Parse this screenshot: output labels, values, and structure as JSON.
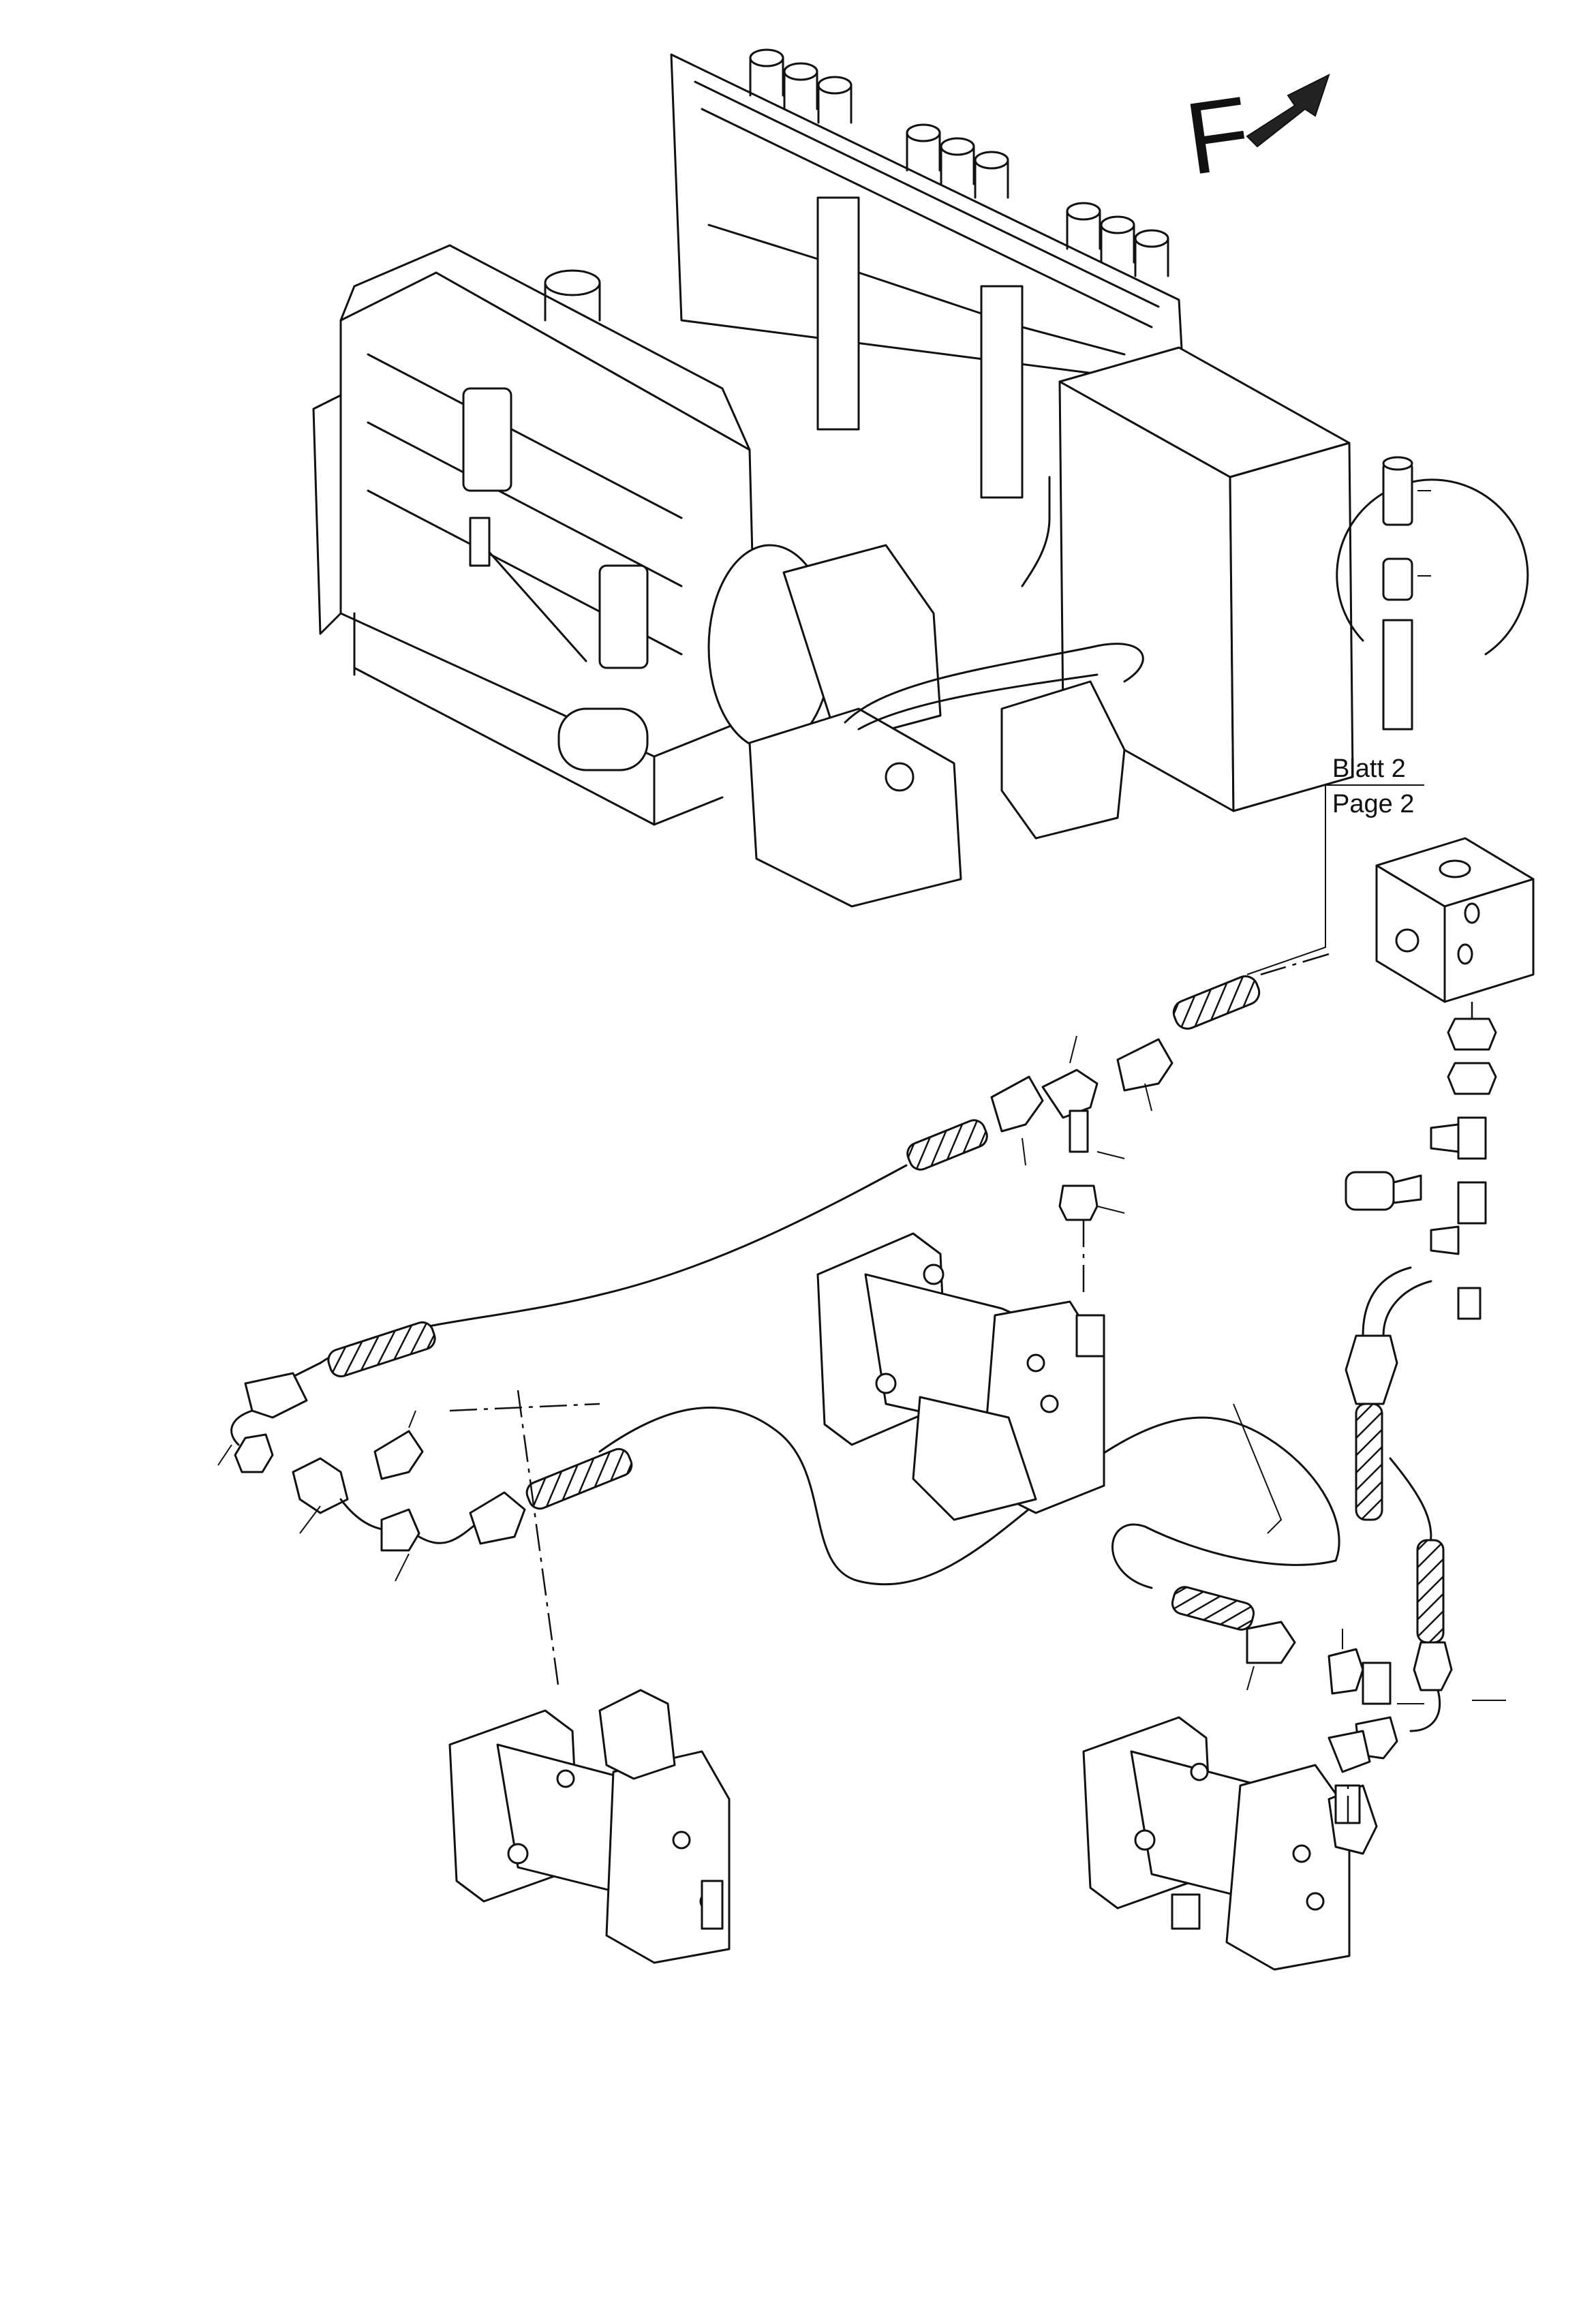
{
  "direction_marker": {
    "letter": "F"
  },
  "page_reference": {
    "line1": "Blatt 2",
    "line2": "Page 2"
  },
  "colors": {
    "ink": "#111111",
    "paper": "#ffffff"
  },
  "icons": {
    "direction": "forward-arrow-icon"
  }
}
